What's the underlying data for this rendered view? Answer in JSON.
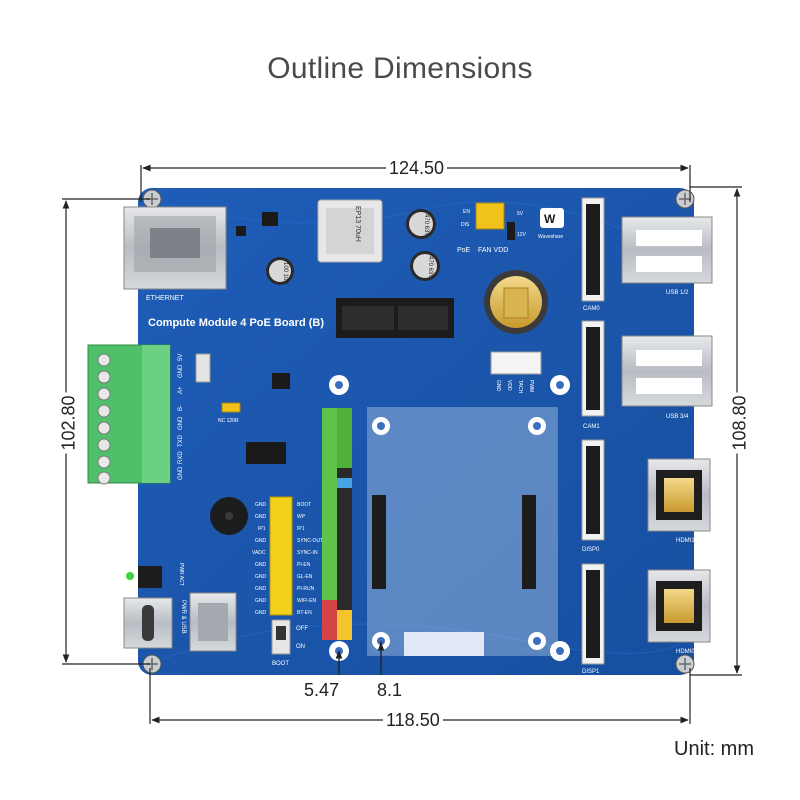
{
  "title": "Outline Dimensions",
  "unit_label": "Unit: mm",
  "dimensions": {
    "width_top": "124.50",
    "width_bottom": "118.50",
    "height_left": "102.80",
    "height_right": "108.80",
    "hole_x": "5.47",
    "hole_y": "8.1"
  },
  "board": {
    "name": "Compute Module 4 PoE Board (B)",
    "ethernet": "ETHERNET",
    "usb12": "USB 1/2",
    "usb34": "USB 3/4",
    "hdmi1": "HDMI1",
    "hdmi0": "HDMI0",
    "cam0": "CAM0",
    "cam1": "CAM1",
    "disp0": "DISP0",
    "disp1": "DISP1",
    "poe": "PoE",
    "fan_vdd": "FAN VDD",
    "pwr_usb": "PWR & USB",
    "boot": "BOOT",
    "off": "OFF",
    "on": "ON",
    "nc_120r": "NC 120R",
    "brand": "Waveshare",
    "transformer": "EP13 70uH",
    "cap1": "470 63V",
    "cap2": "470 63V",
    "cap3": "100 10V",
    "v5": "5V",
    "v12": "12V",
    "en": "EN",
    "dis": "DIS",
    "fan_pins": [
      "GND",
      "VDD",
      "TACH",
      "PWM"
    ],
    "terminal_pins": [
      "GND",
      "RXD",
      "TXD",
      "GND",
      "B-",
      "A+",
      "GND",
      "5V"
    ],
    "header_labels_left": [
      "GND",
      "GND",
      "IP1",
      "GND",
      "VADC",
      "GND",
      "GND",
      "GND",
      "GND",
      "GND"
    ],
    "header_labels_right": [
      "BOOT",
      "WP",
      "IP1",
      "SYNC-OUT",
      "SYNC-IN",
      "PI-EN",
      "GL-EN",
      "PI-RUN",
      "WIFI-EN",
      "BT-EN"
    ],
    "pwr_act": "PWR ACT"
  }
}
